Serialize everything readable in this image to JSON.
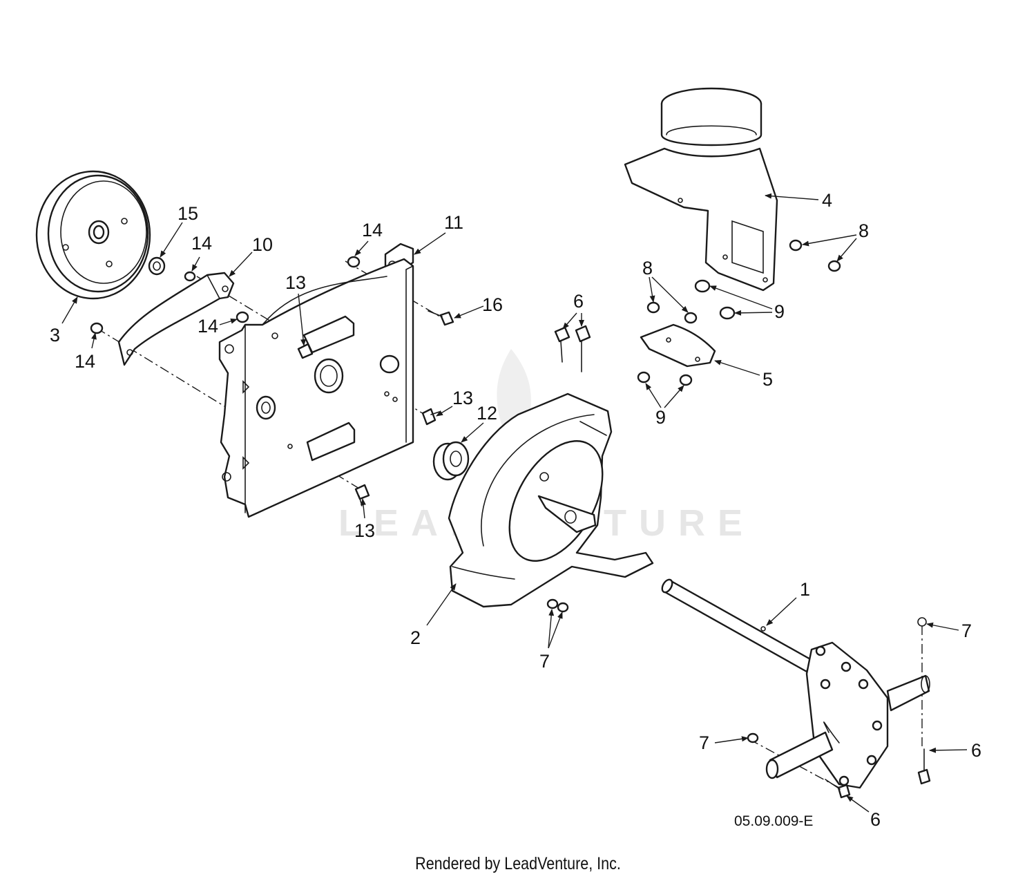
{
  "diagram": {
    "drawing_code": "05.09.009-E",
    "watermark": "LEADVENTURE",
    "footer": "Rendered by LeadVenture, Inc.",
    "callouts": {
      "c1": "1",
      "c2": "2",
      "c3": "3",
      "c4": "4",
      "c5": "5",
      "c6a": "6",
      "c6b": "6",
      "c6c": "6",
      "c7a": "7",
      "c7b": "7",
      "c7c": "7",
      "c8a": "8",
      "c8b": "8",
      "c9a": "9",
      "c9b": "9",
      "c10": "10",
      "c11": "11",
      "c12": "12",
      "c13a": "13",
      "c13b": "13",
      "c13c": "13",
      "c14a": "14",
      "c14b": "14",
      "c14c": "14",
      "c14d": "14",
      "c15": "15",
      "c16": "16"
    }
  }
}
